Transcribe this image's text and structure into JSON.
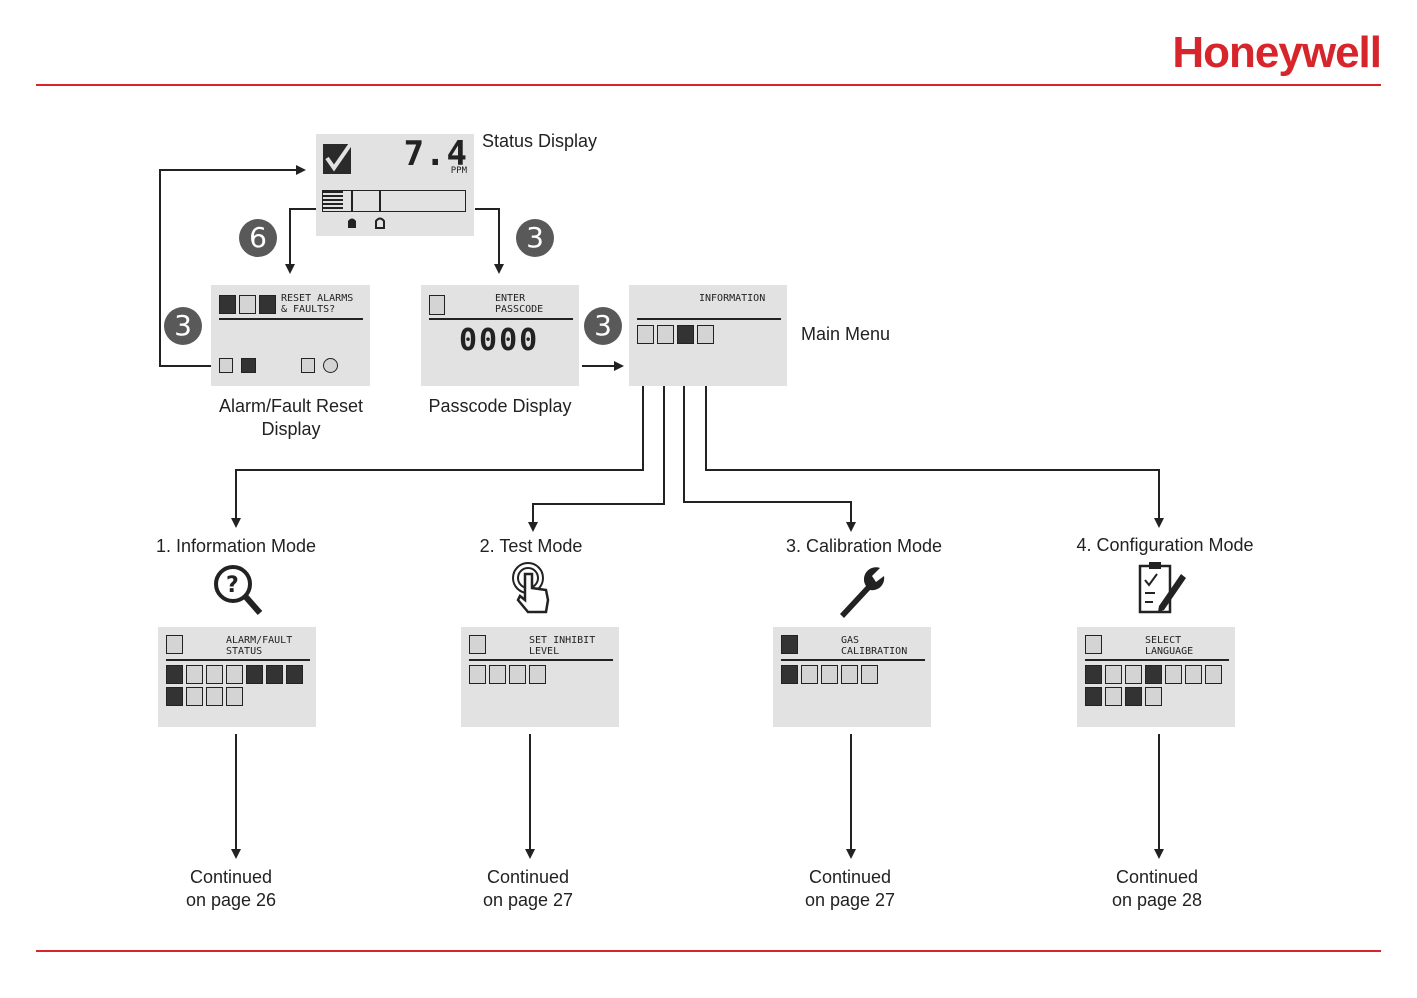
{
  "brand": "Honeywell",
  "colors": {
    "brand_red": "#d6262b",
    "lcd_bg": "#e2e2e2",
    "badge": "#595959",
    "line": "#222222"
  },
  "status_display": {
    "label": "Status Display",
    "value": "7.4",
    "unit": "PPM"
  },
  "alarm_reset": {
    "header_line1": "RESET ALARMS",
    "header_line2": "& FAULTS?",
    "label": "Alarm/Fault Reset Display"
  },
  "passcode": {
    "header_line1": "ENTER",
    "header_line2": "PASSCODE",
    "code": "0000",
    "label": "Passcode Display"
  },
  "main_menu": {
    "header": "INFORMATION",
    "label": "Main Menu"
  },
  "badges": {
    "alarm_reset": "6",
    "passcode": "3",
    "return": "3",
    "main_menu": "3"
  },
  "modes": [
    {
      "title": "1. Information Mode",
      "screen_line1": "ALARM/FAULT",
      "screen_line2": "STATUS",
      "cont_line1": "Continued",
      "cont_line2": "on page 26",
      "icon": "magnifier-question-icon"
    },
    {
      "title": "2. Test Mode",
      "screen_line1": "SET INHIBIT",
      "screen_line2": "LEVEL",
      "cont_line1": "Continued",
      "cont_line2": "on page 27",
      "icon": "finger-press-icon"
    },
    {
      "title": "3. Calibration Mode",
      "screen_line1": "GAS",
      "screen_line2": "CALIBRATION",
      "cont_line1": "Continued",
      "cont_line2": "on page 27",
      "icon": "wrench-icon"
    },
    {
      "title": "4. Configuration Mode",
      "screen_line1": "SELECT",
      "screen_line2": "LANGUAGE",
      "cont_line1": "Continued",
      "cont_line2": "on page 28",
      "icon": "checklist-pen-icon"
    }
  ]
}
